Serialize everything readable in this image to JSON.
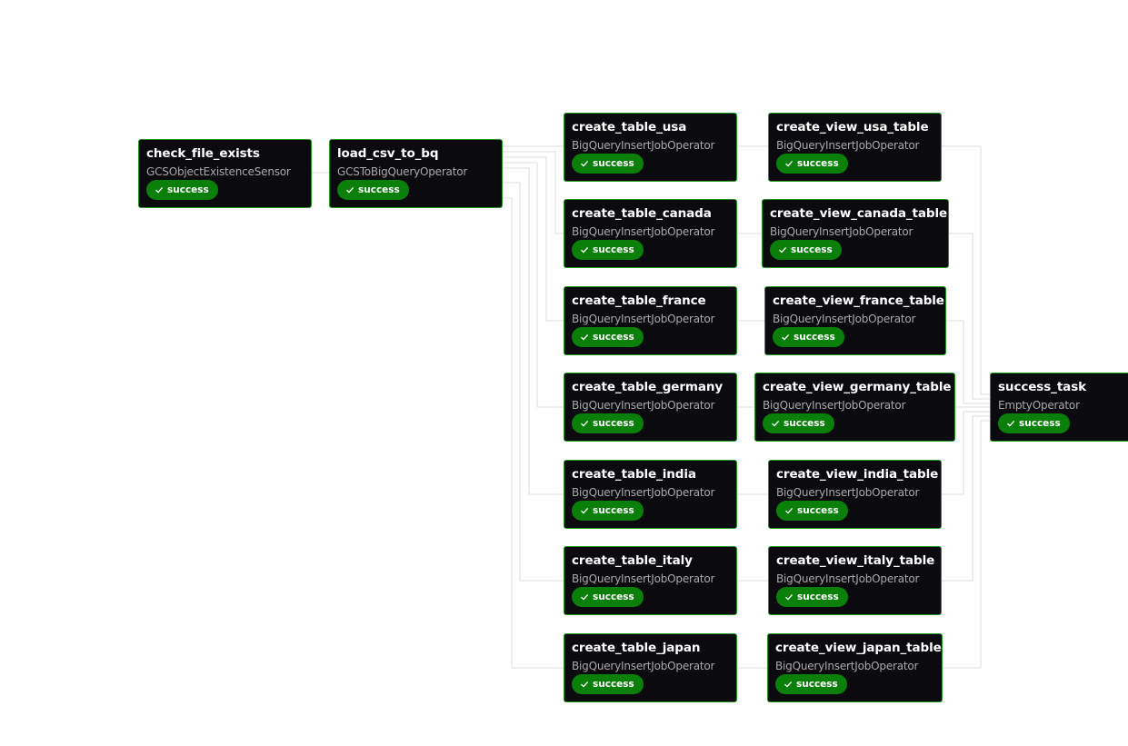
{
  "nodes": [
    {
      "id": "check_file_exists",
      "title": "check_file_exists",
      "operator": "GCSObjectExistenceSensor",
      "status": "success"
    },
    {
      "id": "load_csv_to_bq",
      "title": "load_csv_to_bq",
      "operator": "GCSToBigQueryOperator",
      "status": "success"
    },
    {
      "id": "create_table_usa",
      "title": "create_table_usa",
      "operator": "BigQueryInsertJobOperator",
      "status": "success"
    },
    {
      "id": "create_view_usa_table",
      "title": "create_view_usa_table",
      "operator": "BigQueryInsertJobOperator",
      "status": "success"
    },
    {
      "id": "create_table_canada",
      "title": "create_table_canada",
      "operator": "BigQueryInsertJobOperator",
      "status": "success"
    },
    {
      "id": "create_view_canada_table",
      "title": "create_view_canada_table",
      "operator": "BigQueryInsertJobOperator",
      "status": "success"
    },
    {
      "id": "create_table_france",
      "title": "create_table_france",
      "operator": "BigQueryInsertJobOperator",
      "status": "success"
    },
    {
      "id": "create_view_france_table",
      "title": "create_view_france_table",
      "operator": "BigQueryInsertJobOperator",
      "status": "success"
    },
    {
      "id": "create_table_germany",
      "title": "create_table_germany",
      "operator": "BigQueryInsertJobOperator",
      "status": "success"
    },
    {
      "id": "create_view_germany_table",
      "title": "create_view_germany_table",
      "operator": "BigQueryInsertJobOperator",
      "status": "success"
    },
    {
      "id": "create_table_india",
      "title": "create_table_india",
      "operator": "BigQueryInsertJobOperator",
      "status": "success"
    },
    {
      "id": "create_view_india_table",
      "title": "create_view_india_table",
      "operator": "BigQueryInsertJobOperator",
      "status": "success"
    },
    {
      "id": "create_table_italy",
      "title": "create_table_italy",
      "operator": "BigQueryInsertJobOperator",
      "status": "success"
    },
    {
      "id": "create_view_italy_table",
      "title": "create_view_italy_table",
      "operator": "BigQueryInsertJobOperator",
      "status": "success"
    },
    {
      "id": "create_table_japan",
      "title": "create_table_japan",
      "operator": "BigQueryInsertJobOperator",
      "status": "success"
    },
    {
      "id": "create_view_japan_table",
      "title": "create_view_japan_table",
      "operator": "BigQueryInsertJobOperator",
      "status": "success"
    },
    {
      "id": "success_task",
      "title": "success_task",
      "operator": "EmptyOperator",
      "status": "success"
    }
  ],
  "colors": {
    "node_background": "#0b0b0f",
    "node_border": "#1f9a1f",
    "success_badge": "#0a7f0a",
    "edge": "#dcdcdc",
    "operator_text": "#a9a9a9"
  },
  "icons": {
    "status": "check-icon"
  }
}
